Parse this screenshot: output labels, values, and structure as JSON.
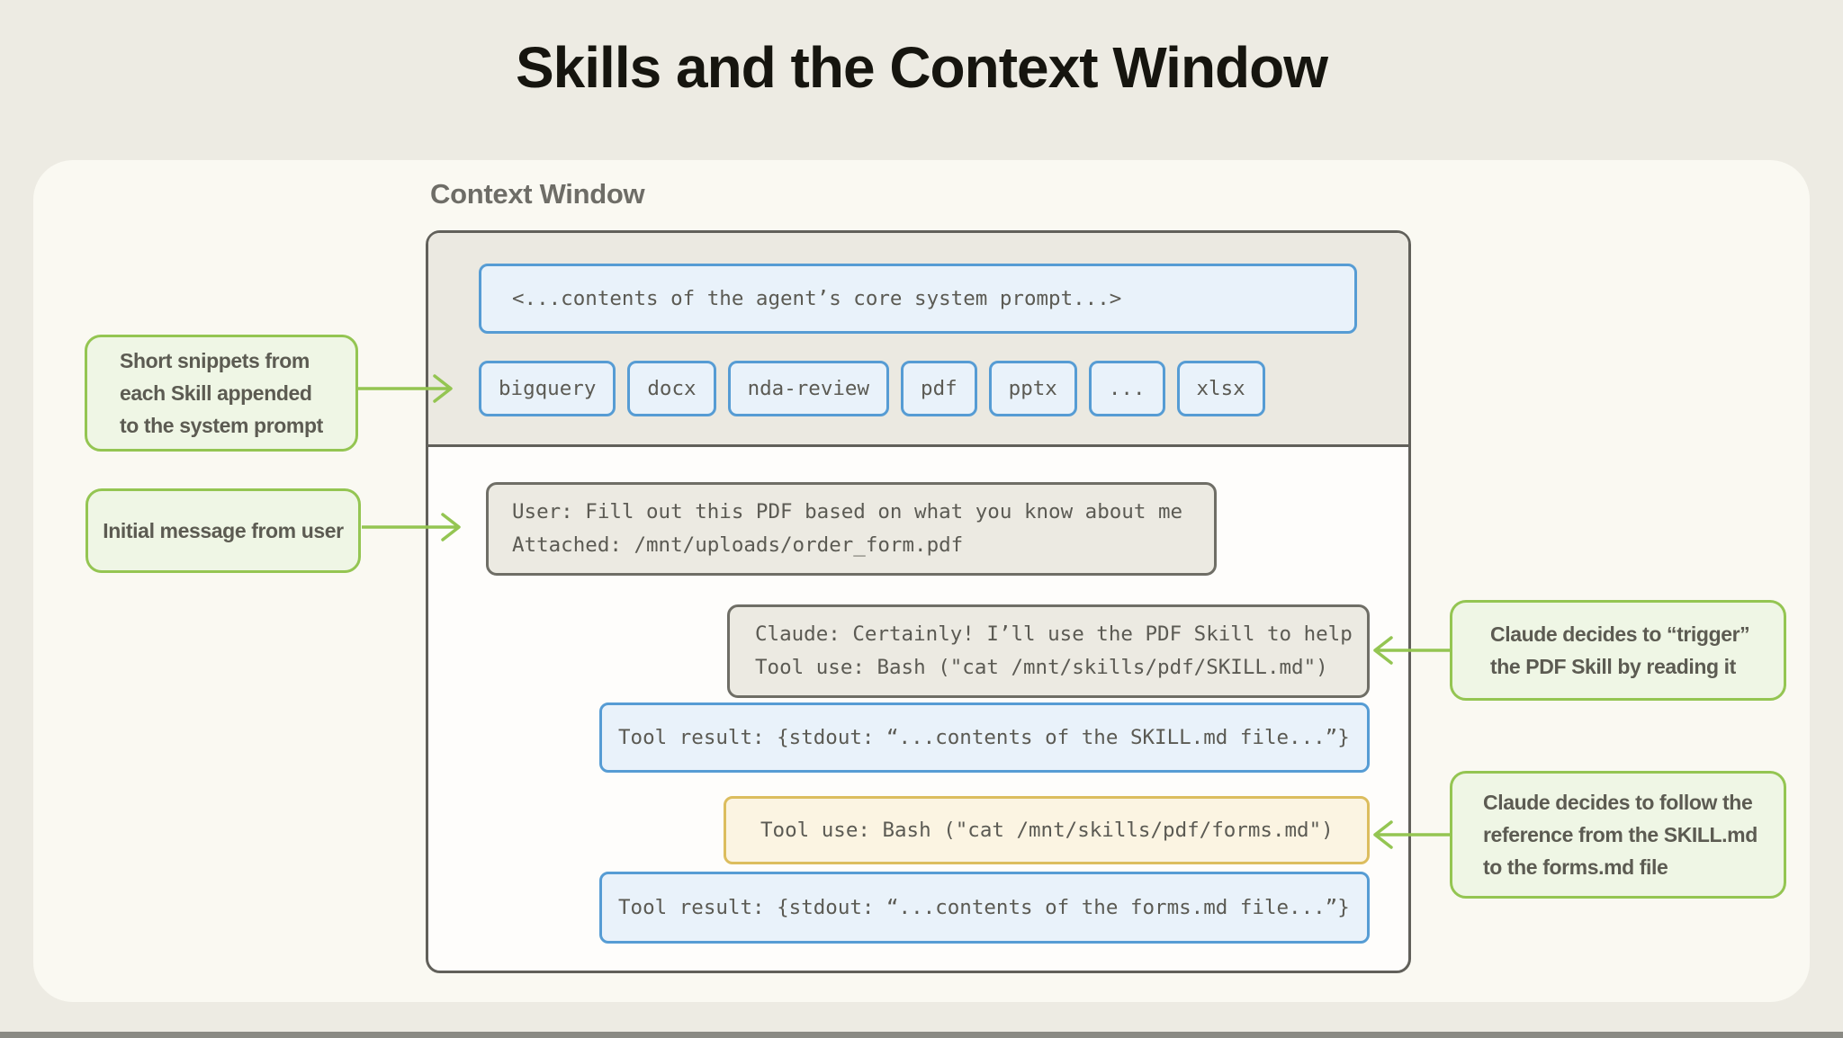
{
  "page": {
    "title": "Skills and the Context Window"
  },
  "palette": {
    "background": "#EDEBE3",
    "panel": "#FAF9F2",
    "outline_gray": "#61605A",
    "gray_bubble_fill": "#ECEAE2",
    "gray_bubble_border": "#6F6E66",
    "blue_bubble_fill": "#E9F2FA",
    "blue_bubble_border": "#569CD4",
    "yellow_bubble_fill": "#FBF4E2",
    "yellow_bubble_border": "#DCBD5E",
    "note_fill": "#EFF6E5",
    "note_border": "#94C552",
    "title_text": "#16150F",
    "body_text": "#5B5A53",
    "bottom_bar": "#8A8A84"
  },
  "context_window": {
    "label": "Context Window",
    "system_prompt": "<...contents of the agent’s core system prompt...>",
    "skill_chips": [
      "bigquery",
      "docx",
      "nda-review",
      "pdf",
      "pptx",
      "...",
      "xlsx"
    ],
    "conversation": {
      "user_message": "User: Fill out this PDF based on what you know about me\nAttached: /mnt/uploads/order_form.pdf",
      "claude_message": "Claude: Certainly! I’ll use the PDF Skill to help\nTool use: Bash (\"cat /mnt/skills/pdf/SKILL.md\")",
      "tool_result_skill": "Tool result: {stdout: “...contents of the SKILL.md file...”}",
      "tool_use_forms": "Tool use: Bash (\"cat /mnt/skills/pdf/forms.md\")",
      "tool_result_forms": "Tool result: {stdout: “...contents of the forms.md file...”}"
    }
  },
  "annotations": {
    "snippets": "Short snippets from\neach Skill appended\nto the system prompt",
    "initial_message": "Initial message from user",
    "trigger": "Claude decides to “trigger”\nthe PDF Skill by reading it",
    "follow_reference": "Claude decides to follow the\nreference from the SKILL.md\nto the forms.md file"
  }
}
